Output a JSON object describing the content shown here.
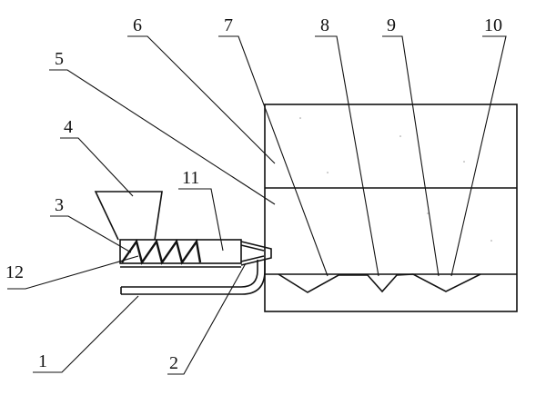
{
  "labels": {
    "l1": "1",
    "l2": "2",
    "l3": "3",
    "l4": "4",
    "l5": "5",
    "l6": "6",
    "l7": "7",
    "l8": "8",
    "l9": "9",
    "l10": "10",
    "l11": "11",
    "l12": "12"
  },
  "colors": {
    "ink": "#111111",
    "background": "#ffffff"
  }
}
